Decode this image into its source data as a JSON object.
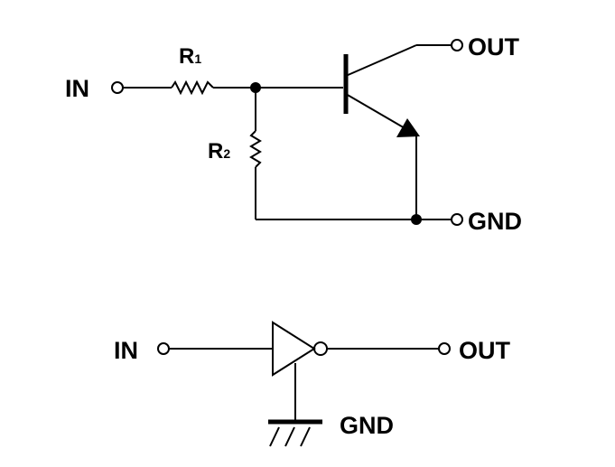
{
  "labels": {
    "in_top": "IN",
    "out_top": "OUT",
    "gnd_top": "GND",
    "r1": "R",
    "r1_sub": "1",
    "r2": "R",
    "r2_sub": "2",
    "in_bottom": "IN",
    "out_bottom": "OUT",
    "gnd_bottom": "GND"
  }
}
